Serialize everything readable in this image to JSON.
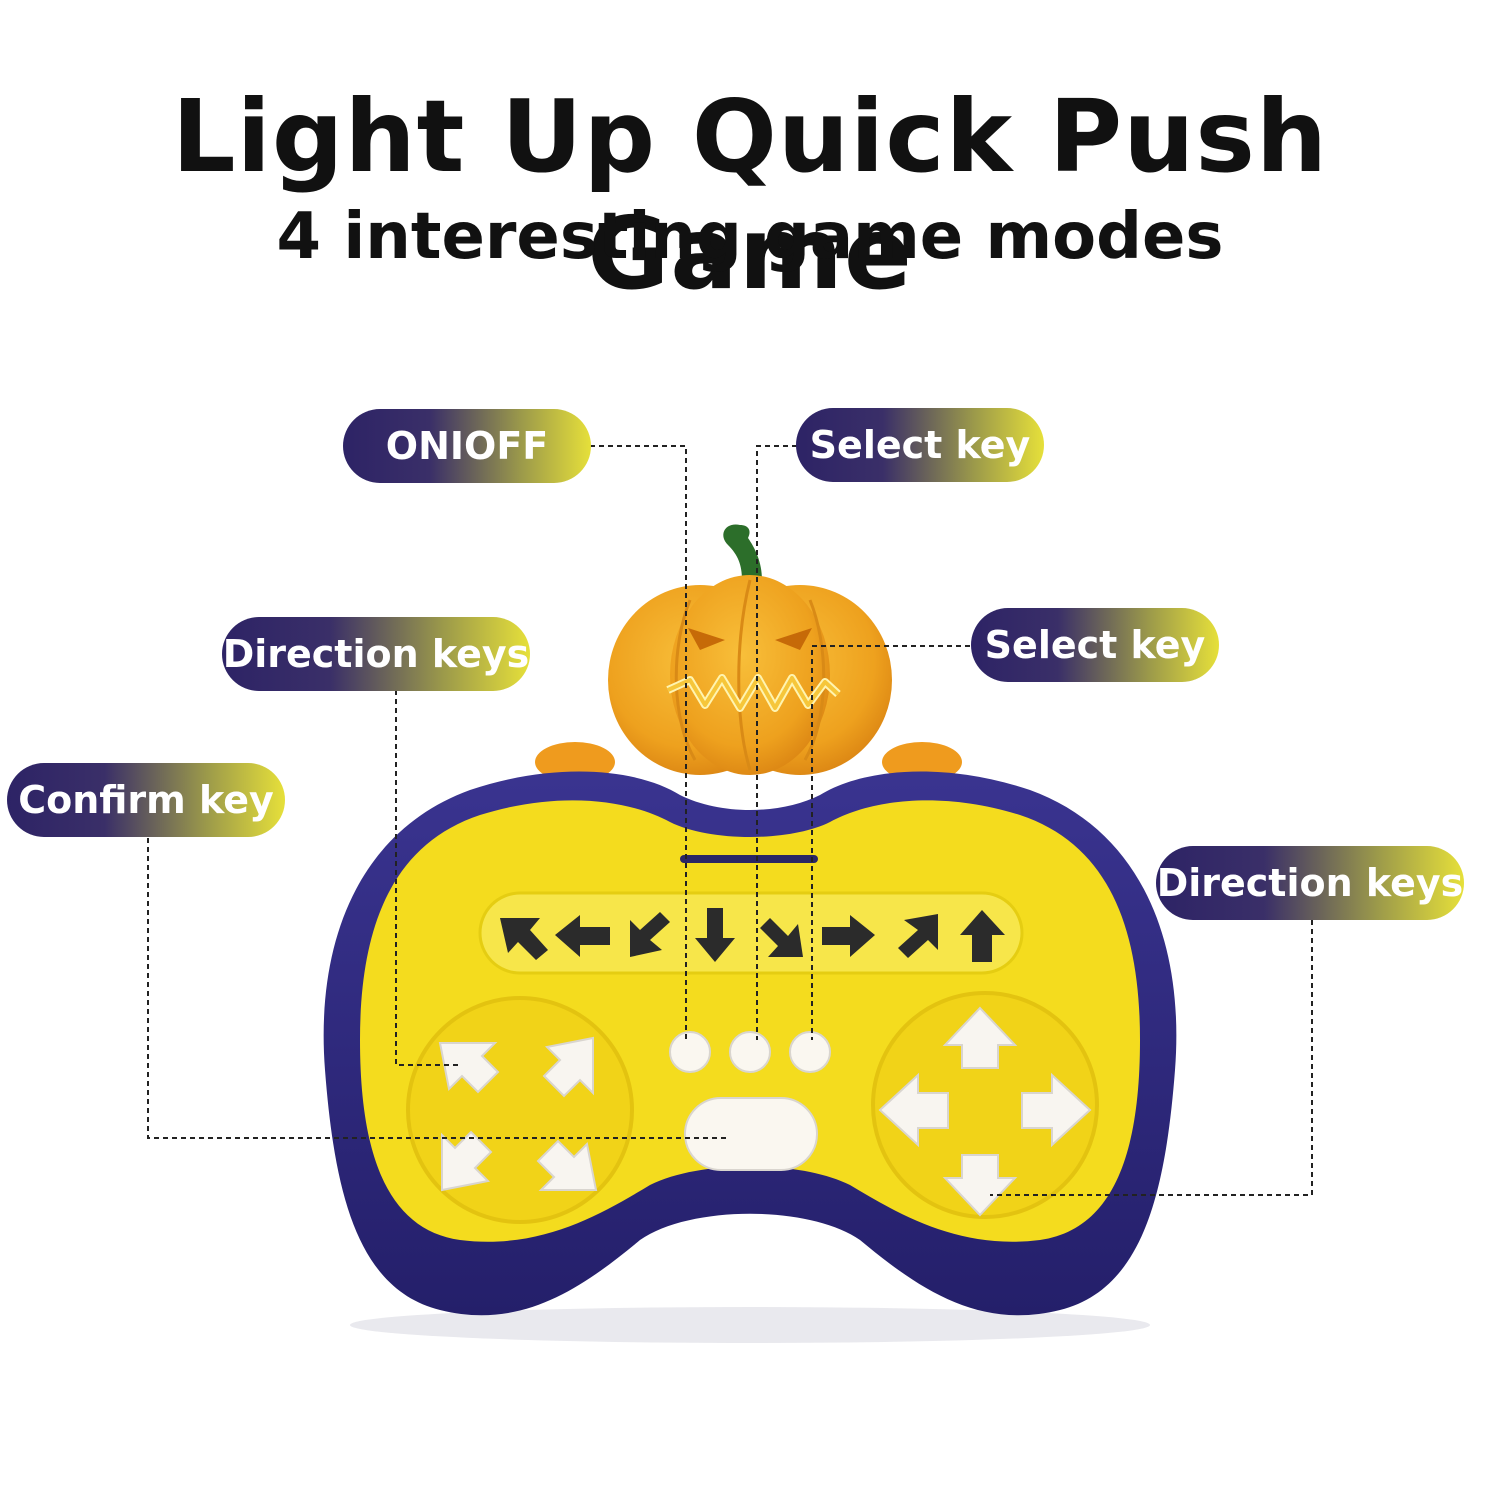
{
  "heading": {
    "title": "Light Up Quick Push Game",
    "subtitle": "4 interesting game modes"
  },
  "callouts": {
    "on_off": "ONIOFF",
    "select_key_top": "Select key",
    "direction_keys_left": "Direction keys",
    "select_key_right": "Select key",
    "confirm_key": "Confirm key",
    "direction_keys_right": "Direction keys"
  },
  "colors": {
    "console_body": "#2e2a7a",
    "console_face": "#f4dc1e",
    "pumpkin": "#f0a320",
    "callout_gradient_start": "#2d2366",
    "callout_gradient_end": "#e6e03a"
  },
  "icons": [
    "pumpkin-icon",
    "arrow-icon",
    "button-icon"
  ]
}
